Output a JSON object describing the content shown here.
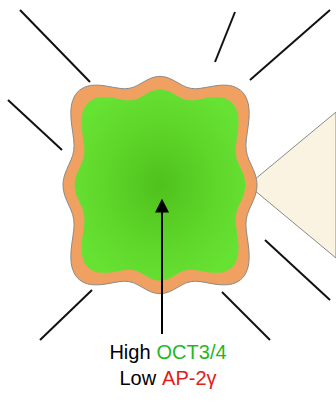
{
  "diagram": {
    "labels": [
      "High",
      "OCT3/4",
      "Low",
      "AP-2γ"
    ]
  }
}
